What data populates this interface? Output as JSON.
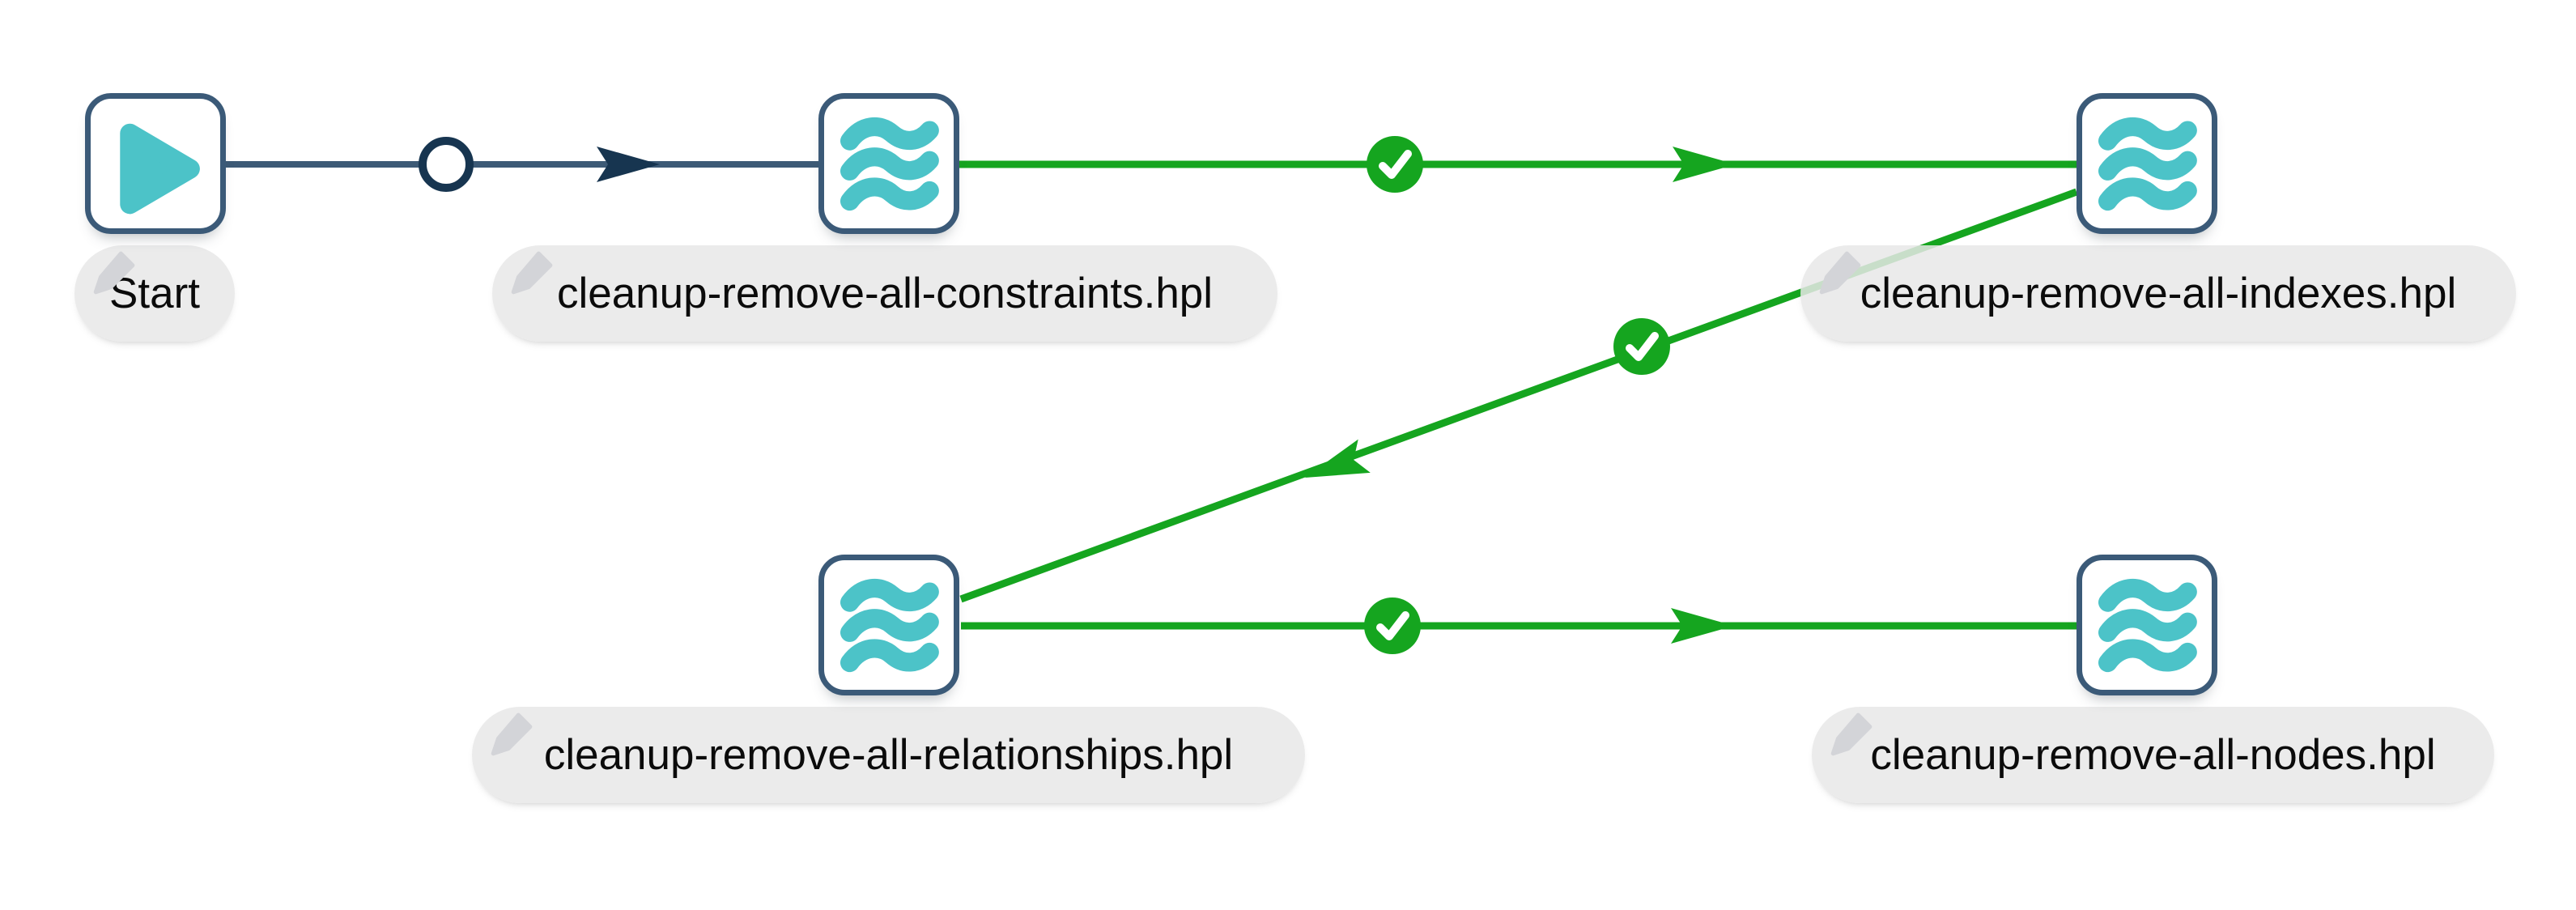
{
  "workflow": {
    "nodes": [
      {
        "id": "start",
        "label": "Start",
        "type": "start-action",
        "icon": "play-icon"
      },
      {
        "id": "constraints",
        "label": "cleanup-remove-all-constraints.hpl",
        "type": "pipeline-action",
        "icon": "waves-icon"
      },
      {
        "id": "indexes",
        "label": "cleanup-remove-all-indexes.hpl",
        "type": "pipeline-action",
        "icon": "waves-icon"
      },
      {
        "id": "relationships",
        "label": "cleanup-remove-all-relationships.hpl",
        "type": "pipeline-action",
        "icon": "waves-icon"
      },
      {
        "id": "nodes",
        "label": "cleanup-remove-all-nodes.hpl",
        "type": "pipeline-action",
        "icon": "waves-icon"
      }
    ],
    "hops": [
      {
        "from": "Start",
        "to": "cleanup-remove-all-constraints.hpl",
        "condition": "unconditional",
        "marker": "circle-icon"
      },
      {
        "from": "cleanup-remove-all-constraints.hpl",
        "to": "cleanup-remove-all-indexes.hpl",
        "condition": "on-success",
        "marker": "checkmark-icon"
      },
      {
        "from": "cleanup-remove-all-indexes.hpl",
        "to": "cleanup-remove-all-relationships.hpl",
        "condition": "on-success",
        "marker": "checkmark-icon"
      },
      {
        "from": "cleanup-remove-all-relationships.hpl",
        "to": "cleanup-remove-all-nodes.hpl",
        "condition": "on-success",
        "marker": "checkmark-icon"
      }
    ]
  },
  "colors": {
    "green": "#15a51f",
    "navy_line": "#3d5a76",
    "navy_dark": "#173550",
    "teal": "#4cc3c8",
    "node_border": "#3b5a78",
    "pill_bg": "#e7e7e8",
    "pencil_gray": "#d3d4d8",
    "label_text": "#0b0b0b",
    "check_white": "#ffffff"
  }
}
